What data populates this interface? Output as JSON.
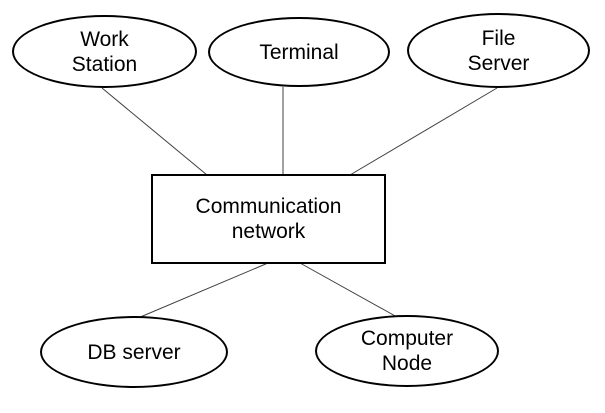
{
  "diagram": {
    "type": "network-diagram",
    "background_color": "#ffffff",
    "shape_stroke_color": "#000000",
    "edge_line_color": "#404040",
    "text_color": "#000000",
    "center_node": {
      "id": "communication-network",
      "shape": "rectangle",
      "label": "Communication network",
      "lines": [
        "Communication",
        "network"
      ]
    },
    "nodes": [
      {
        "id": "work-station",
        "shape": "ellipse",
        "label": "Work Station",
        "lines": [
          "Work",
          "Station"
        ]
      },
      {
        "id": "terminal",
        "shape": "ellipse",
        "label": "Terminal",
        "lines": [
          "Terminal"
        ]
      },
      {
        "id": "file-server",
        "shape": "ellipse",
        "label": "File Server",
        "lines": [
          "File",
          "Server"
        ]
      },
      {
        "id": "db-server",
        "shape": "ellipse",
        "label": "DB server",
        "lines": [
          "DB server"
        ]
      },
      {
        "id": "computer-node",
        "shape": "ellipse",
        "label": "Computer Node",
        "lines": [
          "Computer",
          "Node"
        ]
      }
    ],
    "edges": [
      {
        "from": "work-station",
        "to": "communication-network"
      },
      {
        "from": "terminal",
        "to": "communication-network"
      },
      {
        "from": "file-server",
        "to": "communication-network"
      },
      {
        "from": "db-server",
        "to": "communication-network"
      },
      {
        "from": "computer-node",
        "to": "communication-network"
      }
    ]
  }
}
